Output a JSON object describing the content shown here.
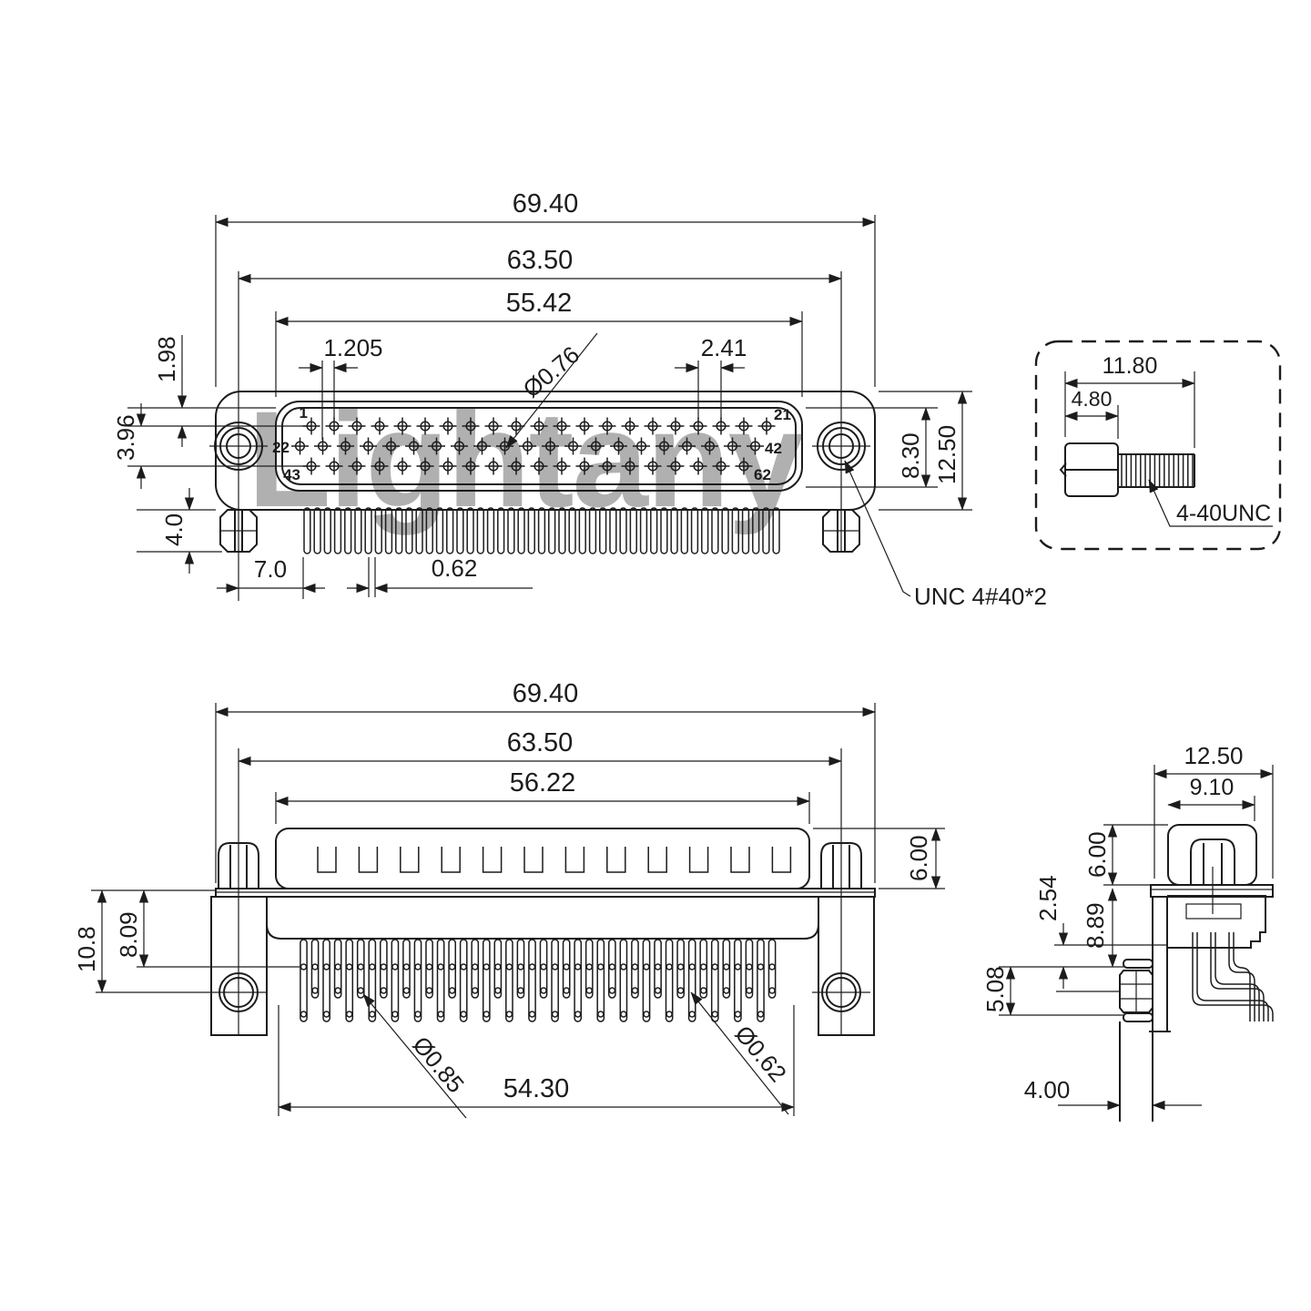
{
  "watermark": "Lightany",
  "colors": {
    "line": "#1c1c1c",
    "watermark": "#e9808d"
  },
  "front_view": {
    "dim_overall_width": "69.40",
    "dim_mount_spacing": "63.50",
    "dim_shell_width": "55.42",
    "dim_row_offset": "1.205",
    "dim_pin_pitch": "2.41",
    "dim_pin_dia": "Ø0.76",
    "dim_row_pitch": "1.98",
    "dim_row_span": "3.96",
    "dim_bracket_drop": "4.0",
    "dim_first_pin_offset": "7.0",
    "dim_tail_width": "0.62",
    "dim_shell_height": "8.30",
    "dim_flange_height": "12.50",
    "pin_first": "1",
    "pin_row1_end": "21",
    "pin_row2_start": "22",
    "pin_row2_end": "42",
    "pin_row3_start": "43",
    "pin_row3_end": "62",
    "thread_note": "UNC 4#40*2"
  },
  "screw_detail": {
    "dim_total_length": "11.80",
    "dim_head_length": "4.80",
    "thread_label": "4-40UNC"
  },
  "rear_view": {
    "dim_overall_width": "69.40",
    "dim_mount_spacing": "63.50",
    "dim_body_width": "56.22",
    "dim_body_height": "6.00",
    "dim_plate_drop": "10.8",
    "dim_hole_offset": "8.09",
    "dim_pin_hole_dia": "Ø0.85",
    "dim_pin_tip_dia": "Ø0.62",
    "dim_pin_span": "54.30"
  },
  "side_view": {
    "dim_flange_width": "12.50",
    "dim_shell_depth": "9.10",
    "dim_shell_height": "6.00",
    "dim_row_pitch": "2.54",
    "dim_body_drop": "8.89",
    "dim_nut_height": "5.08",
    "dim_tail_width": "4.00"
  }
}
